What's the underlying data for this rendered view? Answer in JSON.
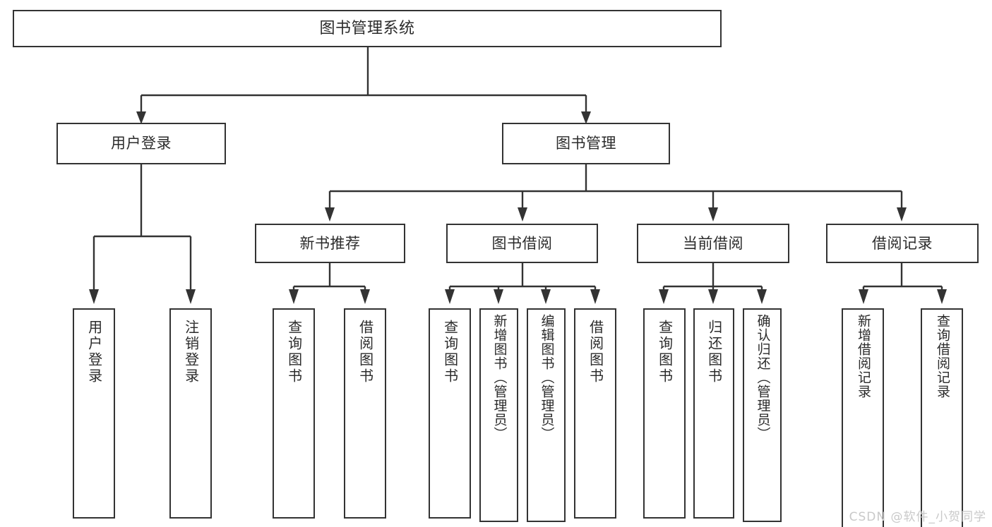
{
  "diagram": {
    "title": "图书管理系统",
    "type": "tree",
    "colors": {
      "stroke": "#333333",
      "box_fill": "#ffffff",
      "text": "#2b2b2b",
      "background": "#ffffff",
      "watermark": "#c9c9c9"
    },
    "nodes": {
      "root": {
        "label": "图书管理系统",
        "level": 0
      },
      "level1": [
        {
          "id": "user-login",
          "label": "用户登录"
        },
        {
          "id": "book-manage",
          "label": "图书管理"
        }
      ],
      "level2": [
        {
          "id": "new-book-rec",
          "label": "新书推荐"
        },
        {
          "id": "book-borrow",
          "label": "图书借阅"
        },
        {
          "id": "current-borrow",
          "label": "当前借阅"
        },
        {
          "id": "borrow-record",
          "label": "借阅记录"
        }
      ],
      "leaves": {
        "user-login": [
          {
            "id": "leaf-user-login",
            "label": "用户登录"
          },
          {
            "id": "leaf-logout",
            "label": "注销登录"
          }
        ],
        "new-book-rec": [
          {
            "id": "leaf-query-book-1",
            "label": "查询图书"
          },
          {
            "id": "leaf-borrow-book-1",
            "label": "借阅图书"
          }
        ],
        "book-borrow": [
          {
            "id": "leaf-query-book-2",
            "label": "查询图书"
          },
          {
            "id": "leaf-add-book",
            "label": "新增图书（管理员）"
          },
          {
            "id": "leaf-edit-book",
            "label": "编辑图书（管理员）"
          },
          {
            "id": "leaf-borrow-book-2",
            "label": "借阅图书"
          }
        ],
        "current-borrow": [
          {
            "id": "leaf-query-book-3",
            "label": "查询图书"
          },
          {
            "id": "leaf-return-book",
            "label": "归还图书"
          },
          {
            "id": "leaf-confirm-return",
            "label": "确认归还（管理员）"
          }
        ],
        "borrow-record": [
          {
            "id": "leaf-add-record",
            "label": "新增借阅记录"
          },
          {
            "id": "leaf-query-record",
            "label": "查询借阅记录"
          }
        ]
      }
    },
    "watermark": "CSDN @软件_小贺同学"
  }
}
